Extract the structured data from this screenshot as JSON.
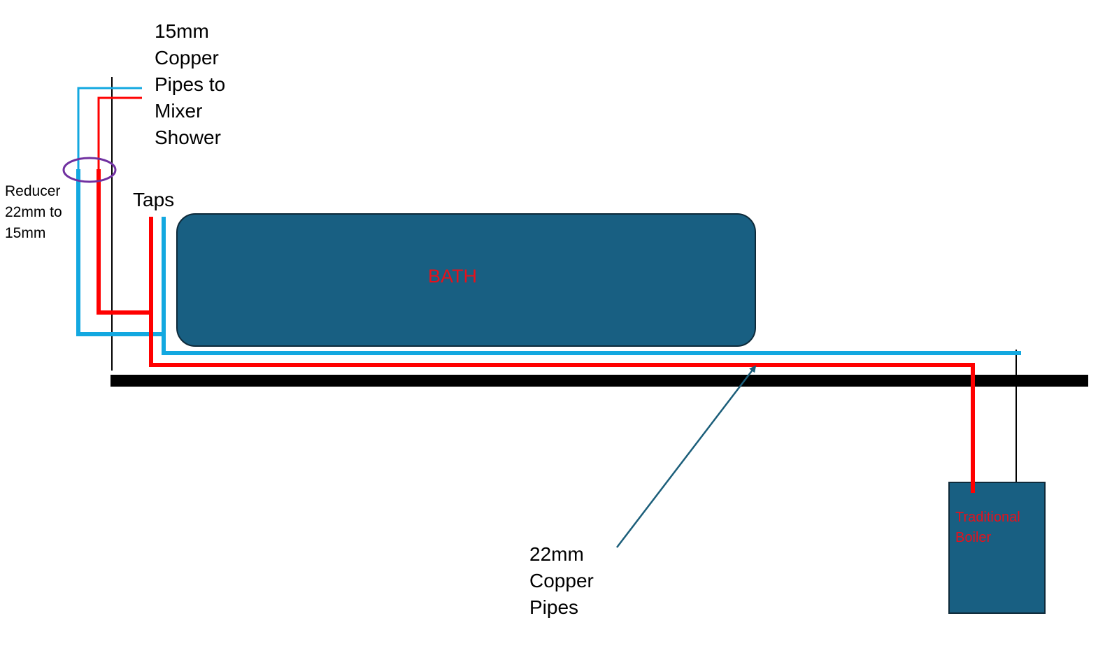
{
  "labels": {
    "shower_pipes": [
      "15mm",
      "Copper",
      "Pipes to",
      "Mixer",
      "Shower"
    ],
    "reducer": [
      "Reducer",
      "22mm to",
      "15mm"
    ],
    "taps": "Taps",
    "bath": "BATH",
    "boiler": [
      "Traditional",
      "Boiler"
    ],
    "main_pipes": [
      "22mm",
      "Copper",
      "Pipes"
    ]
  },
  "colors": {
    "cold_pipe": "#13A8E0",
    "hot_pipe": "#FF0000",
    "fixture_fill": "#185F82",
    "fixture_stroke": "#0E2A3A",
    "fixture_text": "#E8101A",
    "floor": "#000000",
    "reducer_circle": "#7030A0",
    "leader_arrow": "#1B5E7A"
  }
}
